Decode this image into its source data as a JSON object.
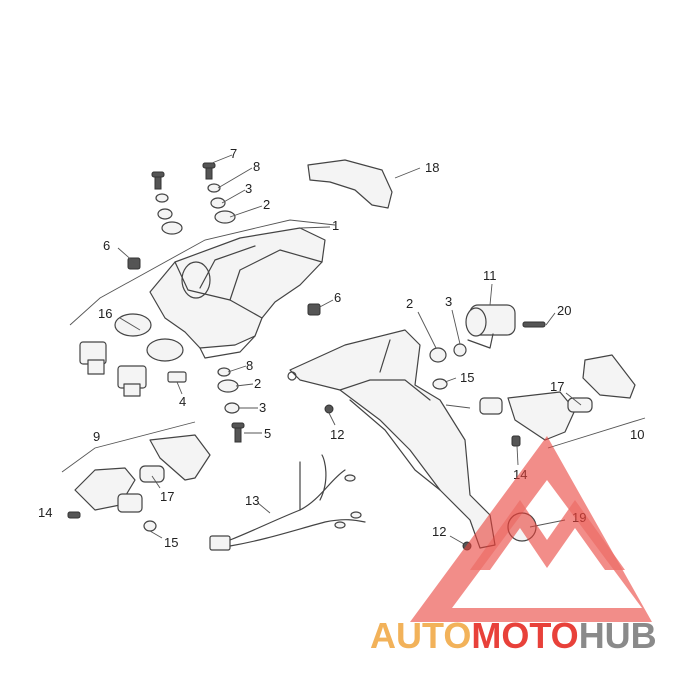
{
  "callouts": {
    "c1": "1",
    "c2a": "2",
    "c2b": "2",
    "c2c": "2",
    "c3a": "3",
    "c3b": "3",
    "c3c": "3",
    "c4": "4",
    "c5": "5",
    "c6a": "6",
    "c6b": "6",
    "c7": "7",
    "c8a": "8",
    "c8b": "8",
    "c9": "9",
    "c10": "10",
    "c11": "11",
    "c12a": "12",
    "c12b": "12",
    "c13": "13",
    "c14a": "14",
    "c14b": "14",
    "c15a": "15",
    "c15b": "15",
    "c16": "16",
    "c17a": "17",
    "c17b": "17",
    "c18": "18",
    "c19": "19",
    "c20": "20"
  },
  "watermark": {
    "part1": "AUTO",
    "part2": "MOTO",
    "part3": "HUB",
    "colors": {
      "orange": "#f2b25a",
      "red": "#e8413a",
      "gray": "#8a8a8a"
    }
  }
}
